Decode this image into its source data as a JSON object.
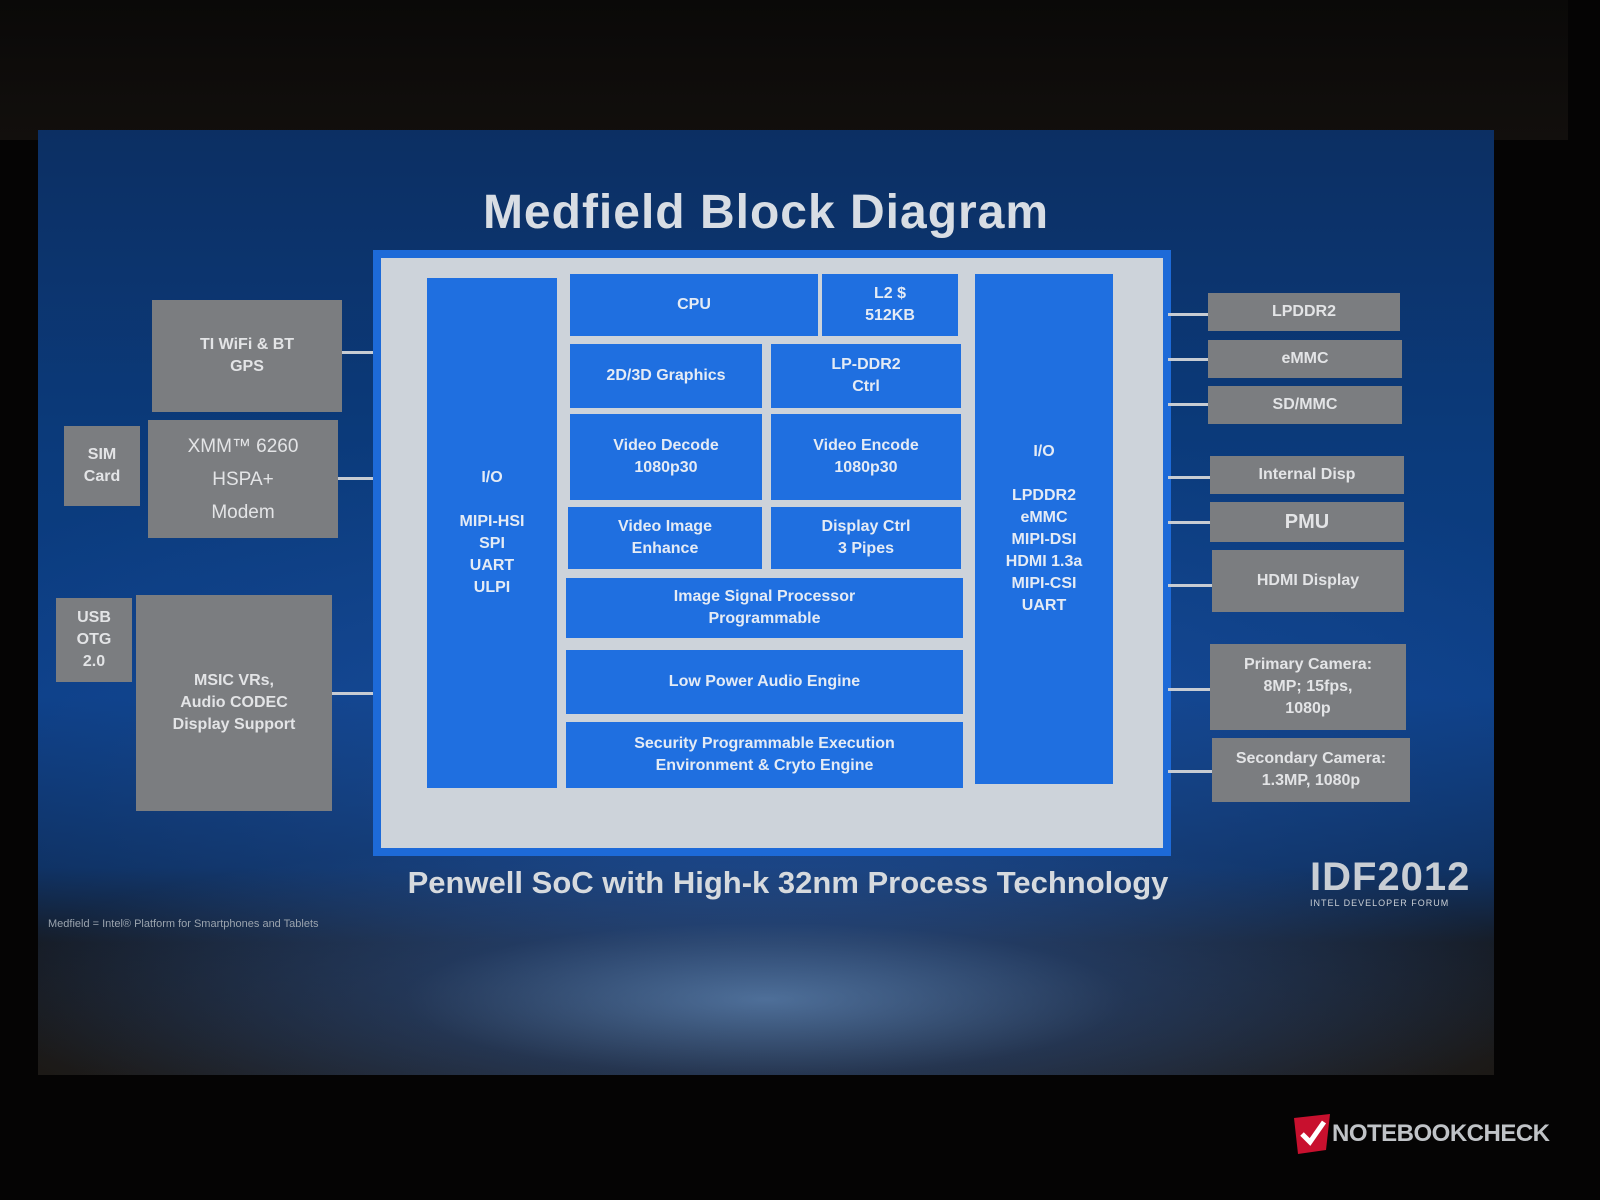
{
  "slide": {
    "title": "Medfield Block Diagram",
    "subtitle": "Penwell SoC with High-k 32nm Process Technology",
    "footnote": "Medfield = Intel® Platform for Smartphones and Tablets",
    "event_logo": "IDF2012",
    "event_logo_sub": "INTEL DEVELOPER FORUM"
  },
  "left_blocks": {
    "wifi": "TI WiFi & BT\nGPS",
    "sim": "SIM\nCard",
    "modem": "XMM™ 6260\nHSPA+\nModem",
    "usb": "USB\nOTG\n2.0",
    "msic": "MSIC VRs,\nAudio CODEC\nDisplay Support"
  },
  "soc": {
    "io_left": "I/O\n\nMIPI-HSI\nSPI\nUART\nULPI",
    "cpu": "CPU",
    "l2": "L2 $\n512KB",
    "graphics": "2D/3D Graphics",
    "lpddr_ctrl": "LP-DDR2\nCtrl",
    "video_decode": "Video Decode\n1080p30",
    "video_encode": "Video Encode\n1080p30",
    "video_enhance": "Video Image\nEnhance",
    "display_ctrl": "Display Ctrl\n3 Pipes",
    "isp": "Image Signal Processor\nProgrammable",
    "audio": "Low Power Audio Engine",
    "security": "Security Programmable Execution\nEnvironment & Cryto Engine",
    "io_right": "I/O\n\nLPDDR2\neMMC\nMIPI-DSI\nHDMI 1.3a\nMIPI-CSI\nUART"
  },
  "right_blocks": {
    "lpddr2": "LPDDR2",
    "emmc": "eMMC",
    "sdmmc": "SD/MMC",
    "internal_disp": "Internal Disp",
    "pmu": "PMU",
    "hdmi": "HDMI Display",
    "primary_cam": "Primary Camera:\n8MP; 15fps,\n1080p",
    "secondary_cam": "Secondary Camera:\n1.3MP, 1080p"
  },
  "watermark": "NOTEBOOKCHECK",
  "colors": {
    "soc_blue": "#1f6fe0",
    "peripheral_gray": "#7b7d80",
    "slide_blue": "#0b3b7c"
  }
}
